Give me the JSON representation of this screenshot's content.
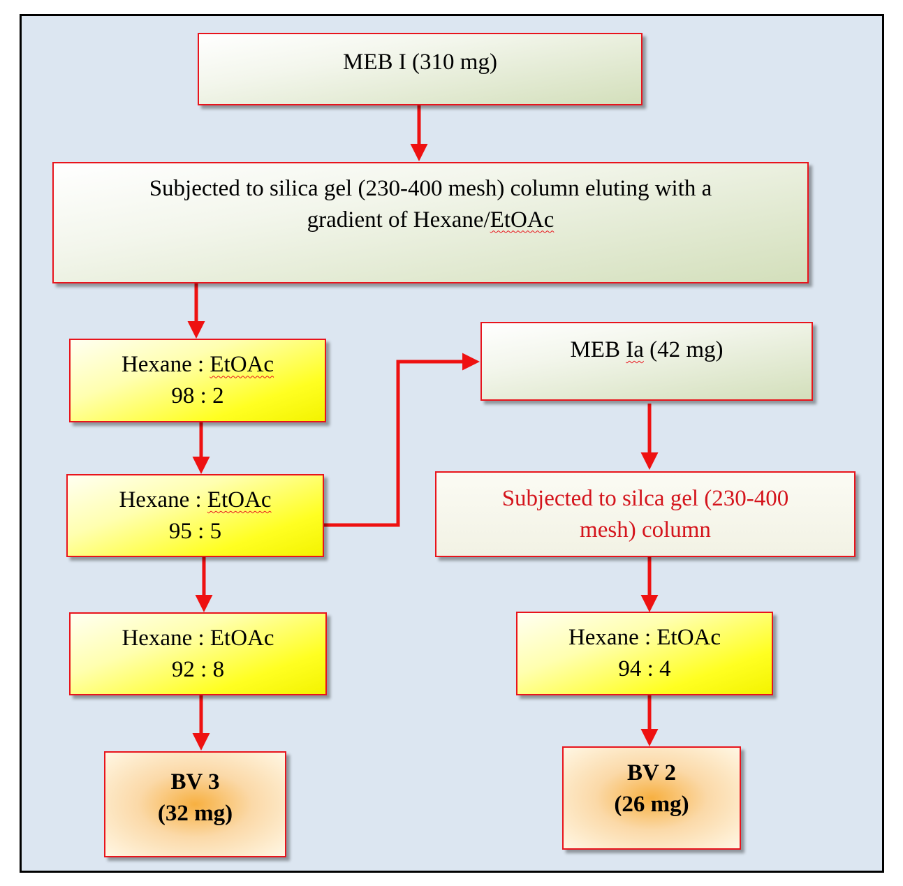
{
  "nodes": {
    "meb1": {
      "text": "MEB I (310 mg)"
    },
    "column1": {
      "line1": "Subjected to silica  gel  (230-400 mesh) column eluting  with a",
      "line2_pre": "gradient  of Hexane/",
      "line2_underlined": "EtOAc"
    },
    "f98": {
      "solvent_a": "Hexane : ",
      "solvent_b": "EtOAc",
      "ratio": "98 : 2"
    },
    "f95": {
      "solvent_a": "Hexane : ",
      "solvent_b": "EtOAc",
      "ratio": "95 : 5"
    },
    "f92": {
      "solvent": "Hexane : EtOAc",
      "ratio": "92 : 8"
    },
    "bv3": {
      "name": "BV 3",
      "mass": "(32 mg)"
    },
    "meb1a": {
      "pre": "MEB ",
      "underlined": "Ia",
      "post": " (42 mg)"
    },
    "column2": {
      "line1": "Subjected to silca  gel  (230-400",
      "line2": "mesh) column"
    },
    "f94": {
      "solvent": "Hexane : EtOAc",
      "ratio": "94 : 4"
    },
    "bv2": {
      "name": "BV 2",
      "mass": "(26 mg)"
    }
  },
  "colors": {
    "border": "#e8141c",
    "arrow": "#ee1111",
    "background": "#dce6f1",
    "red_text": "#d4141c"
  }
}
